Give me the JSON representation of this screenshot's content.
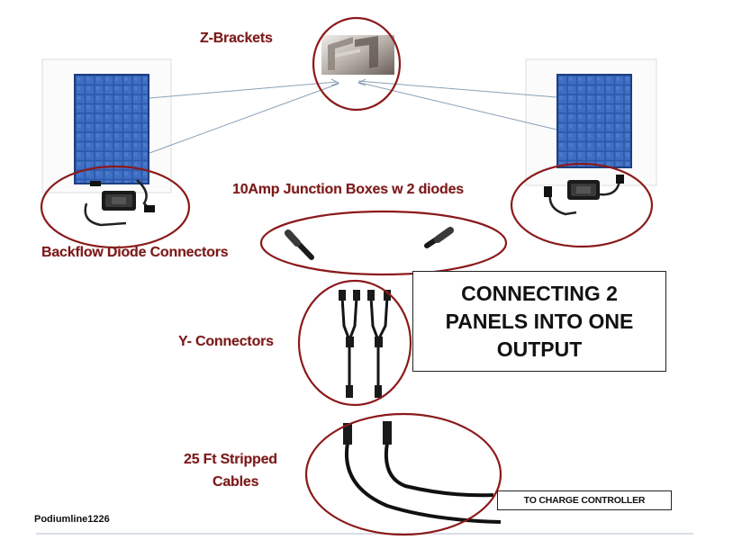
{
  "labels": {
    "z_brackets": "Z-Brackets",
    "junction_boxes": "10Amp Junction Boxes w 2 diodes",
    "backflow": "Backflow Diode Connectors",
    "y_connectors": "Y- Connectors",
    "cables_line1": "25 Ft Stripped",
    "cables_line2": "Cables"
  },
  "title_box": {
    "line1": "CONNECTING 2",
    "line2": "PANELS INTO ONE",
    "line3": "OUTPUT"
  },
  "charge_controller": "TO CHARGE CONTROLLER",
  "credit": "Podiumline1226",
  "colors": {
    "label_red": "#7a1a1a",
    "circle_red": "#8b1a1a",
    "panel_blue": "#2f5fb0",
    "cable_black": "#111111"
  }
}
